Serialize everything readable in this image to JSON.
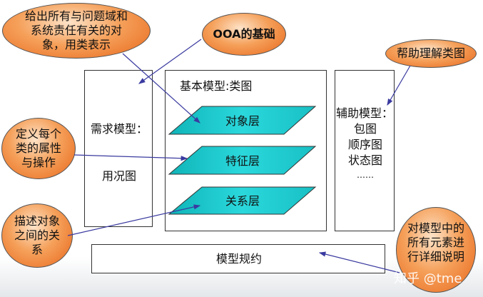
{
  "callouts": {
    "objects": "给出所有与问题域和系统责任有关的对象，用类表示",
    "ooa": "OOA的基础",
    "help": "帮助理解类图",
    "attrs": "定义每个类的属性与操作",
    "relations": "描述对象之间的关系",
    "spec": "对模型中的所有元素进行详细说明"
  },
  "requirements": {
    "title": "需求模型：",
    "item": "用况图"
  },
  "basic": {
    "title": "基本模型:类图",
    "layers": [
      "对象层",
      "特征层",
      "关系层"
    ]
  },
  "auxiliary": {
    "title": "辅助模型：",
    "items": [
      "包图",
      "顺序图",
      "状态图",
      "……"
    ]
  },
  "spec_box": "模型规约",
  "watermark": "知乎 @tme",
  "colors": {
    "layer": "#1ec8cc",
    "callout": "#e8661a",
    "arrow": "#3a3aa0"
  }
}
